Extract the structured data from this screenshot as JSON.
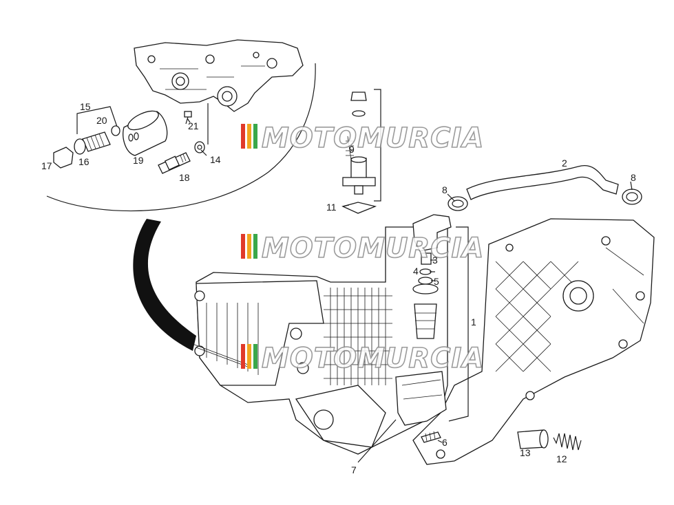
{
  "watermark": {
    "text": "MOTOMURCIA",
    "stripe_colors": [
      "#e03a2a",
      "#f2a51d",
      "#3aa84a"
    ]
  },
  "callouts": {
    "c1": "1",
    "c2": "2",
    "c3": "3",
    "c4": "4",
    "c5": "5",
    "c6": "6",
    "c7": "7",
    "c8a": "8",
    "c8b": "8",
    "c9": "9",
    "c11": "11",
    "c12": "12",
    "c13": "13",
    "c14": "14",
    "c15": "15",
    "c16": "16",
    "c17": "17",
    "c18": "18",
    "c19": "19",
    "c20": "20",
    "c21": "21"
  },
  "colors": {
    "ink": "#1a1a1a",
    "background": "#ffffff"
  }
}
